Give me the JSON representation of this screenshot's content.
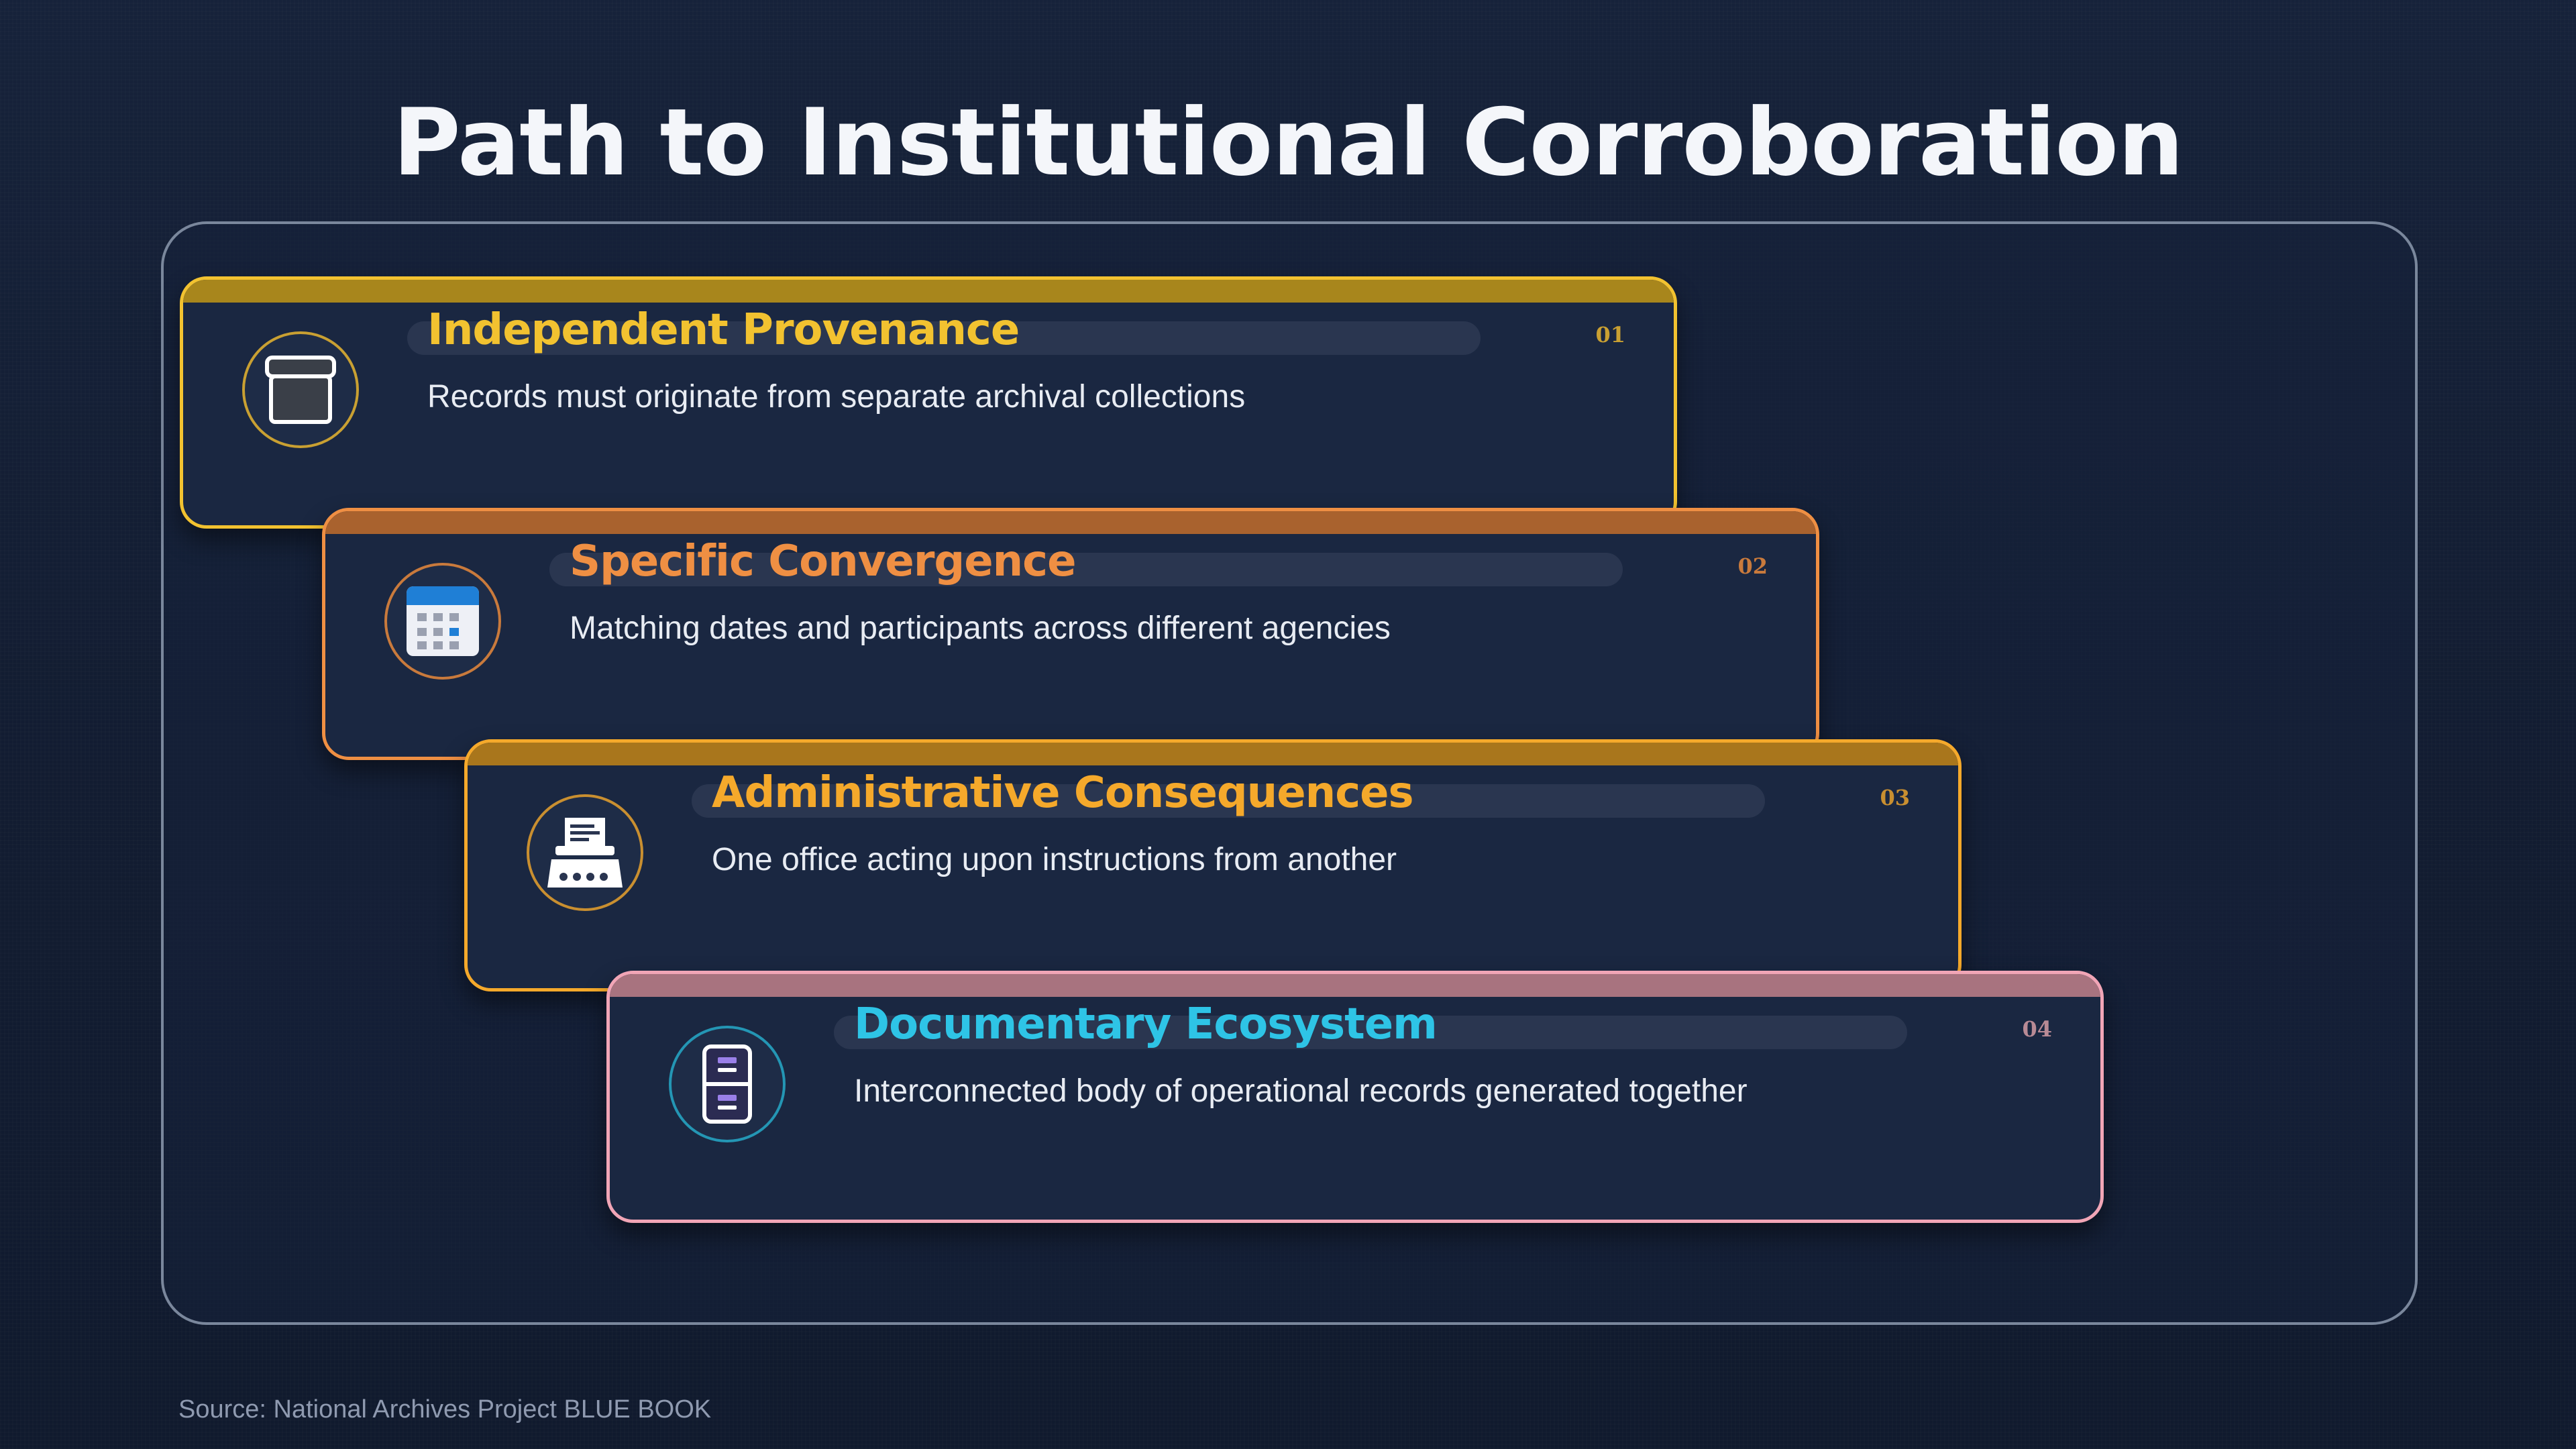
{
  "title": "Path to Institutional Corroboration",
  "source": "Source: National Archives Project BLUE BOOK",
  "colors": {
    "yellow": "#f2c230",
    "orange": "#ef8f43",
    "amber": "#f5a92b",
    "cyan": "#2ec4e6",
    "pink": "#f1a5b6"
  },
  "steps": [
    {
      "number": "01",
      "title": "Independent Provenance",
      "description": "Records must originate from separate archival collections",
      "icon": "archive-box-icon"
    },
    {
      "number": "02",
      "title": "Specific Convergence",
      "description": "Matching dates and participants across different agencies",
      "icon": "calendar-icon"
    },
    {
      "number": "03",
      "title": "Administrative Consequences",
      "description": "One office acting upon instructions from another",
      "icon": "typewriter-icon"
    },
    {
      "number": "04",
      "title": "Documentary Ecosystem",
      "description": "Interconnected body of operational records generated together",
      "icon": "filing-cabinet-icon"
    }
  ]
}
